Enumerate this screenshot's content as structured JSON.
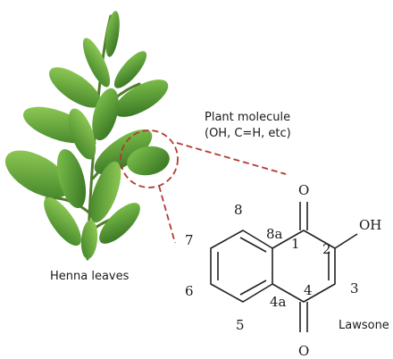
{
  "captions": {
    "plant_molecule_line1": "Plant molecule",
    "plant_molecule_line2": "(OH, C=H, etc)",
    "henna_leaves": "Henna leaves",
    "lawsone": "Lawsone"
  },
  "molecule": {
    "atom_O_top": "O",
    "atom_O_bottom": "O",
    "atom_OH": "OH",
    "num_1": "1",
    "num_2": "2",
    "num_3": "3",
    "num_4": "4",
    "num_4a": "4a",
    "num_5": "5",
    "num_6": "6",
    "num_7": "7",
    "num_8": "8",
    "num_8a": "8a"
  },
  "colors": {
    "leaf_dark": "#2f6b1f",
    "leaf_mid": "#4e9a2c",
    "leaf_light": "#7cc24a",
    "callout": "#b23a30",
    "bond": "#222222"
  }
}
